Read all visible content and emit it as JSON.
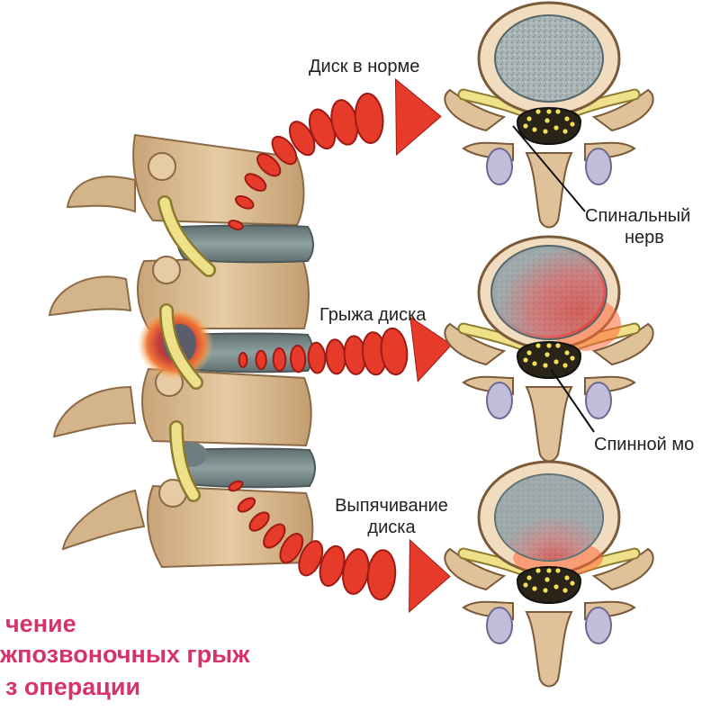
{
  "labels": {
    "normal_disc": "Диск в норме",
    "spinal_nerve_1": "Спинальный",
    "spinal_nerve_2": "нерв",
    "herniated_disc": "Грыжа диска",
    "spinal_cord": "Спинной мо",
    "bulging_disc_1": "Выпячивание",
    "bulging_disc_2": "диска"
  },
  "promo": {
    "line1": "чение",
    "line2": "жпозвоночных грыж",
    "line3": "з операции"
  },
  "colors": {
    "bone": "#e0c29a",
    "bone_shadow": "#b8936a",
    "disc": "#7d8f8f",
    "nerve": "#efe08a",
    "arrow": "#e63b2a",
    "arrow_dark": "#9e1a14",
    "inflamed": "#e8352d",
    "promo_text": "#d6336c"
  }
}
